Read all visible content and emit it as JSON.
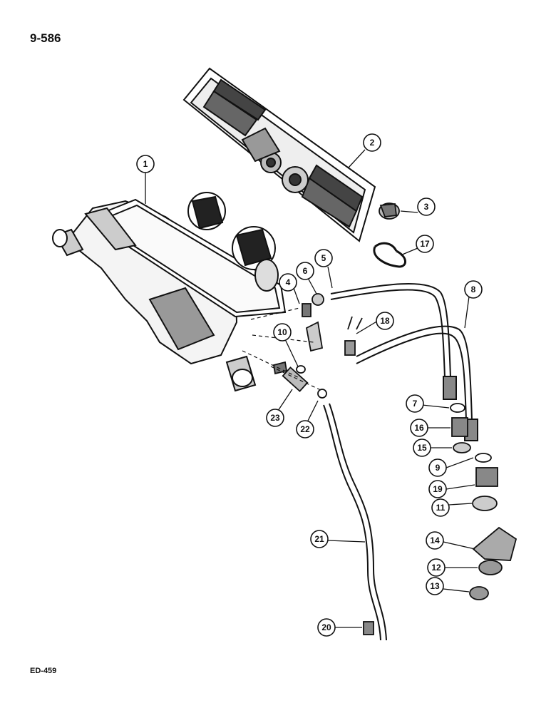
{
  "page_code": "9-586",
  "footer_code": "ED-459",
  "colors": {
    "ink": "#111111",
    "paper": "#ffffff",
    "shade": "#555555"
  },
  "callouts": [
    {
      "id": "1",
      "label": "1"
    },
    {
      "id": "2",
      "label": "2"
    },
    {
      "id": "3",
      "label": "3"
    },
    {
      "id": "4",
      "label": "4"
    },
    {
      "id": "5",
      "label": "5"
    },
    {
      "id": "6",
      "label": "6"
    },
    {
      "id": "7",
      "label": "7"
    },
    {
      "id": "8",
      "label": "8"
    },
    {
      "id": "9",
      "label": "9"
    },
    {
      "id": "10",
      "label": "10"
    },
    {
      "id": "11",
      "label": "11"
    },
    {
      "id": "12",
      "label": "12"
    },
    {
      "id": "13",
      "label": "13"
    },
    {
      "id": "14",
      "label": "14"
    },
    {
      "id": "15",
      "label": "15"
    },
    {
      "id": "16",
      "label": "16"
    },
    {
      "id": "17",
      "label": "17"
    },
    {
      "id": "18",
      "label": "18"
    },
    {
      "id": "19",
      "label": "19"
    },
    {
      "id": "20",
      "label": "20"
    },
    {
      "id": "21",
      "label": "21"
    },
    {
      "id": "22",
      "label": "22"
    },
    {
      "id": "23",
      "label": "23"
    }
  ]
}
